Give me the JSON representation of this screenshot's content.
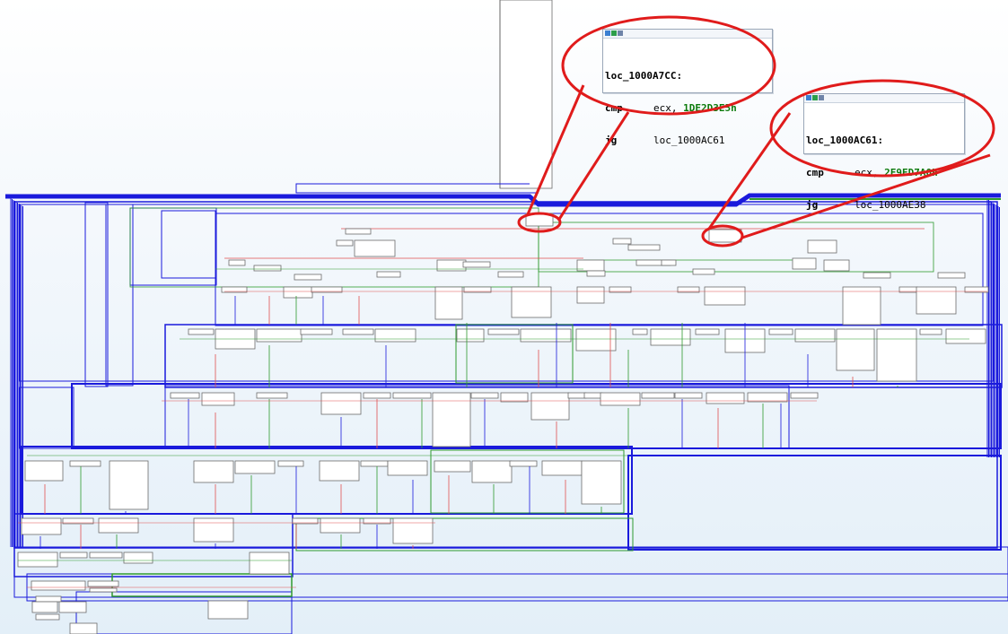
{
  "colors": {
    "edge_blue": "#1a1adc",
    "edge_red": "#e05050",
    "edge_green": "#2e9a2e",
    "callout_red": "#e01b1b",
    "constant_green": "#0b7a0b"
  },
  "popups": [
    {
      "label": "loc_1000A7CC:",
      "lines": [
        {
          "op": "cmp",
          "args": "ecx, ",
          "const": "1DE2D3E5h"
        },
        {
          "op": "jg",
          "args": "loc_1000AC61",
          "const": ""
        }
      ]
    },
    {
      "label": "loc_1000AC61:",
      "lines": [
        {
          "op": "cmp",
          "args": "ecx, ",
          "const": "2F9ED7A0h"
        },
        {
          "op": "jg",
          "args": "loc_1000AE38",
          "const": ""
        }
      ]
    }
  ]
}
